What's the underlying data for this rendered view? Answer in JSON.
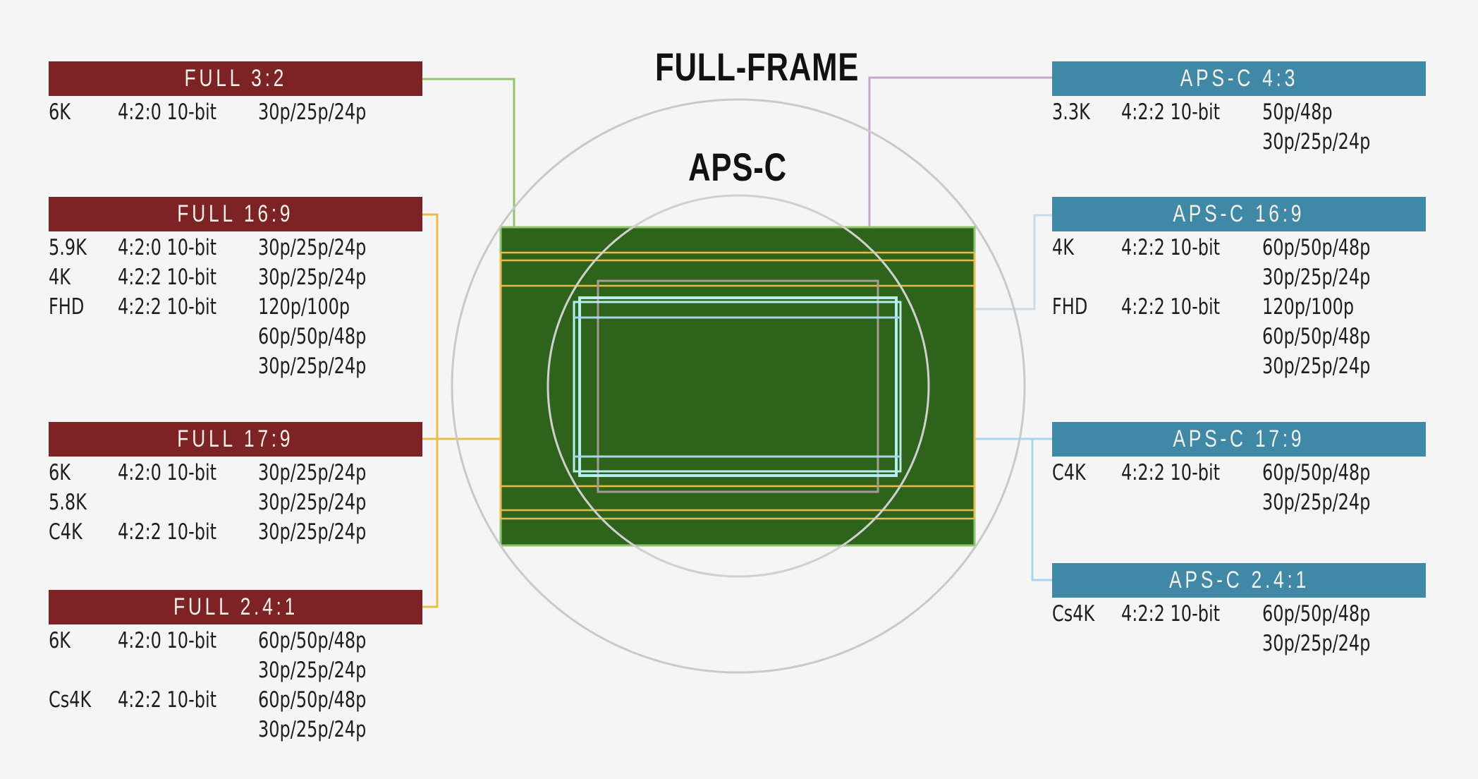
{
  "title_full_frame": "FULL-FRAME",
  "title_apsc": "APS-C",
  "colors": {
    "background": "#f5f5f5",
    "full_bar": "#7d2326",
    "apsc_bar": "#3f88a6",
    "sensor_fill": "#2d631b",
    "sensor_border": "#8fc46a",
    "full_connector": "#e8be48",
    "full32_connector": "#93c46b",
    "apsc43_connector": "#c3a6cc",
    "apsc169_connector": "#c8dbe6",
    "apsc_connector": "#a6d6ee",
    "circle": "#c9c9c9",
    "apsc_frame": "#b6eef0",
    "apsc43_frame": "#a99a9a"
  },
  "full_modes": [
    {
      "label": "FULL 3:2",
      "rows": [
        {
          "res": "6K",
          "sampling": "4:2:0 10-bit",
          "fps": "30p/25p/24p"
        }
      ]
    },
    {
      "label": "FULL 16:9",
      "rows": [
        {
          "res": "5.9K",
          "sampling": "4:2:0 10-bit",
          "fps": "30p/25p/24p"
        },
        {
          "res": "4K",
          "sampling": "4:2:2 10-bit",
          "fps": "30p/25p/24p"
        },
        {
          "res": "FHD",
          "sampling": "4:2:2 10-bit",
          "fps": "120p/100p"
        },
        {
          "res": "",
          "sampling": "",
          "fps": "60p/50p/48p"
        },
        {
          "res": "",
          "sampling": "",
          "fps": "30p/25p/24p"
        }
      ]
    },
    {
      "label": "FULL 17:9",
      "rows": [
        {
          "res": "6K",
          "sampling": "4:2:0 10-bit",
          "fps": "30p/25p/24p"
        },
        {
          "res": "5.8K",
          "sampling": "",
          "fps": "30p/25p/24p"
        },
        {
          "res": "C4K",
          "sampling": "4:2:2 10-bit",
          "fps": "30p/25p/24p"
        }
      ]
    },
    {
      "label": "FULL 2.4:1",
      "rows": [
        {
          "res": "6K",
          "sampling": "4:2:0 10-bit",
          "fps": "60p/50p/48p"
        },
        {
          "res": "",
          "sampling": "",
          "fps": "30p/25p/24p"
        },
        {
          "res": "Cs4K",
          "sampling": "4:2:2 10-bit",
          "fps": "60p/50p/48p"
        },
        {
          "res": "",
          "sampling": "",
          "fps": "30p/25p/24p"
        }
      ]
    }
  ],
  "apsc_modes": [
    {
      "label": "APS-C 4:3",
      "rows": [
        {
          "res": "3.3K",
          "sampling": "4:2:2 10-bit",
          "fps": "50p/48p"
        },
        {
          "res": "",
          "sampling": "",
          "fps": "30p/25p/24p"
        }
      ]
    },
    {
      "label": "APS-C 16:9",
      "rows": [
        {
          "res": "4K",
          "sampling": "4:2:2 10-bit",
          "fps": "60p/50p/48p"
        },
        {
          "res": "",
          "sampling": "",
          "fps": "30p/25p/24p"
        },
        {
          "res": "FHD",
          "sampling": "4:2:2 10-bit",
          "fps": "120p/100p"
        },
        {
          "res": "",
          "sampling": "",
          "fps": "60p/50p/48p"
        },
        {
          "res": "",
          "sampling": "",
          "fps": "30p/25p/24p"
        }
      ]
    },
    {
      "label": "APS-C 17:9",
      "rows": [
        {
          "res": "C4K",
          "sampling": "4:2:2 10-bit",
          "fps": "60p/50p/48p"
        },
        {
          "res": "",
          "sampling": "",
          "fps": "30p/25p/24p"
        }
      ]
    },
    {
      "label": "APS-C 2.4:1",
      "rows": [
        {
          "res": "Cs4K",
          "sampling": "4:2:2 10-bit",
          "fps": "60p/50p/48p"
        },
        {
          "res": "",
          "sampling": "",
          "fps": "30p/25p/24p"
        }
      ]
    }
  ]
}
